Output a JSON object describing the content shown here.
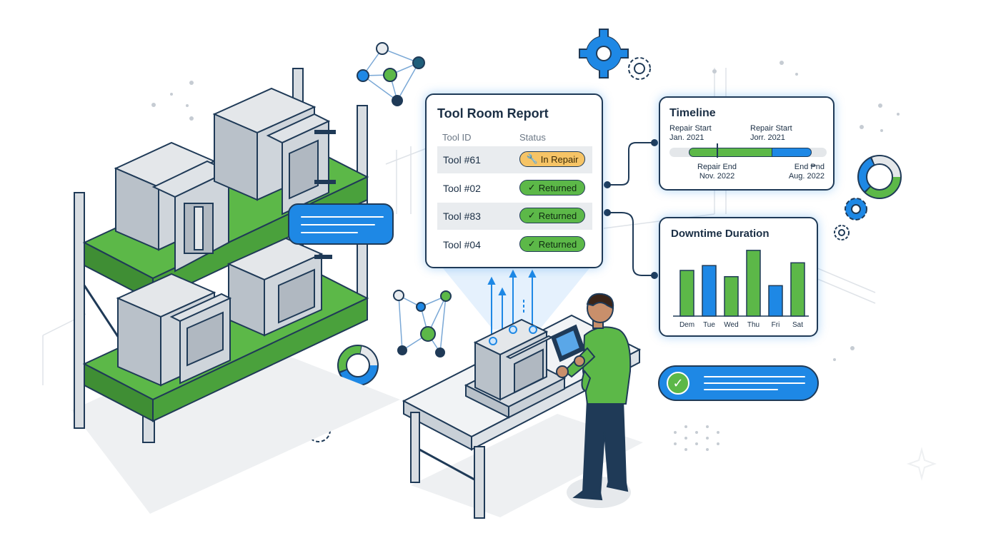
{
  "report": {
    "title": "Tool Room Report",
    "col_tool": "Tool ID",
    "col_status": "Status",
    "rows": [
      {
        "tool": "Tool #61",
        "status": "In Repair",
        "state": "repair",
        "icon": "wrench-icon"
      },
      {
        "tool": "Tool #02",
        "status": "Returned",
        "state": "ok",
        "icon": "check-icon"
      },
      {
        "tool": "Tool #83",
        "status": "Returned",
        "state": "ok",
        "icon": "check-icon"
      },
      {
        "tool": "Tool #04",
        "status": "Returned",
        "state": "ok",
        "icon": "check-icon"
      }
    ]
  },
  "timeline": {
    "title": "Timeline",
    "label1_a": "Repair Start",
    "label1_b": "Jan. 2021",
    "label2_a": "Repair Start",
    "label2_b": "Jorr. 2021",
    "label3_a": "Repair End",
    "label3_b": "Nov. 2022",
    "label4_a": "End ₱nd",
    "label4_b": "Aug. 2022"
  },
  "downtime": {
    "title": "Downtime Duration"
  },
  "chart_data": {
    "type": "bar",
    "title": "Downtime Duration",
    "categories": [
      "Dem",
      "Tue",
      "Wed",
      "Thu",
      "Fri",
      "Sat"
    ],
    "values": [
      66,
      73,
      57,
      95,
      44,
      77
    ],
    "bar_colors": [
      "#5cb848",
      "#1e88e5",
      "#5cb848",
      "#5cb848",
      "#1e88e5",
      "#5cb848"
    ],
    "ylim": [
      0,
      100
    ]
  },
  "colors": {
    "green": "#5cb848",
    "blue": "#1e88e5",
    "navy": "#1f3a57",
    "amber": "#f6c466"
  }
}
